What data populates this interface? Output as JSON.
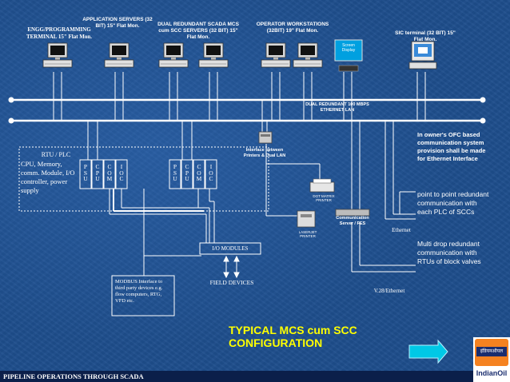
{
  "labels": {
    "engg": "ENGG/PROGRAMMING TERMINAL 15\" Flat Mon.",
    "app_servers": "APPLICATION SERVERS (32 BIT) 15\" Flat Mon.",
    "dual_scada": "DUAL REDUNDANT SCADA MCS cum SCC SERVERS (32 BIT) 15\" Flat Mon.",
    "operator_ws": "OPERATOR WORKSTATIONS (32BIT) 19\" Flat Mon.",
    "sic_terminal": "SIC terminal (32 BIT) 15\" Flat Mon.",
    "screen_display": "Screen Display",
    "dual_lan": "DUAL REDUNDANT 100 MBPS ETHERNET LAN",
    "interface_printers": "Interface between Printers & Dual LAN",
    "dot_matrix": "DOT MATRIX PRINTER",
    "laserjet": "LASERJET PRINTER",
    "comm_server": "Communication Server / FES",
    "ethernet": "Ethernet",
    "v28": "V.28/Ethernet",
    "rtu_plc": "RTU / PLC",
    "rtu_desc": "CPU, Memory, comm. Module, I/O controller, power supply",
    "io_modules": "I/O MODULES",
    "field_devices": "FIELD DEVICES",
    "modbus": "MODBUS Interface to third party devices e.g. flow computers, RTG, VFD etc.",
    "owner_ofc": "In owner's OFC based communication system provision shall be made for Ethernet Interface",
    "p2p": "point to point redundant communication with each PLC of SCCs",
    "multidrop": "Multi drop redundant communication with RTUs of block valves",
    "main_title": "TYPICAL MCS cum SCC CONFIGURATION",
    "footer": "PIPELINE OPERATIONS THROUGH SCADA",
    "logo_hindi": "इंडियनऑयल",
    "logo_text": "IndianOil"
  },
  "plc_letters": {
    "psu": [
      "P",
      "S",
      "U"
    ],
    "cpu": [
      "C",
      "P",
      "U"
    ],
    "com": [
      "C",
      "O",
      "M"
    ],
    "ioc": [
      "I",
      "O",
      "C"
    ]
  },
  "colors": {
    "background": "#1e4e8c",
    "title": "#ffff00",
    "footer_bg": "#0b1f4a",
    "arrow": "#00c8e6",
    "logo_orange": "#f58220"
  }
}
